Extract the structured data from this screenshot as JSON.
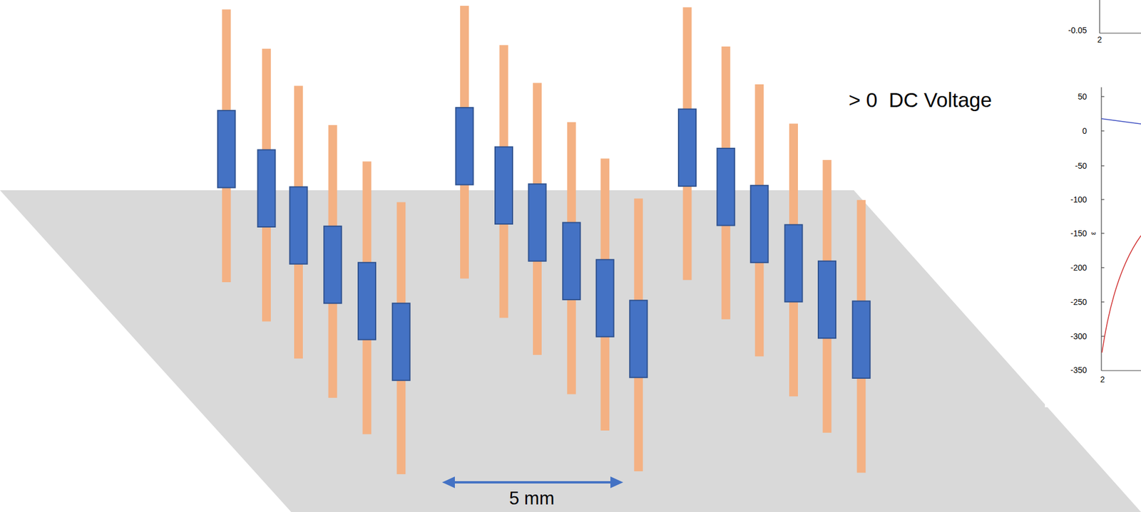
{
  "diagram": {
    "labels": [
      "> 0  DC Voltage",
      "5 mm",
      "-0.05",
      "2",
      "50",
      "0",
      "-50",
      "-100",
      "-150",
      "-200",
      "-250",
      "-300",
      "-350",
      "2",
      "ε"
    ]
  }
}
